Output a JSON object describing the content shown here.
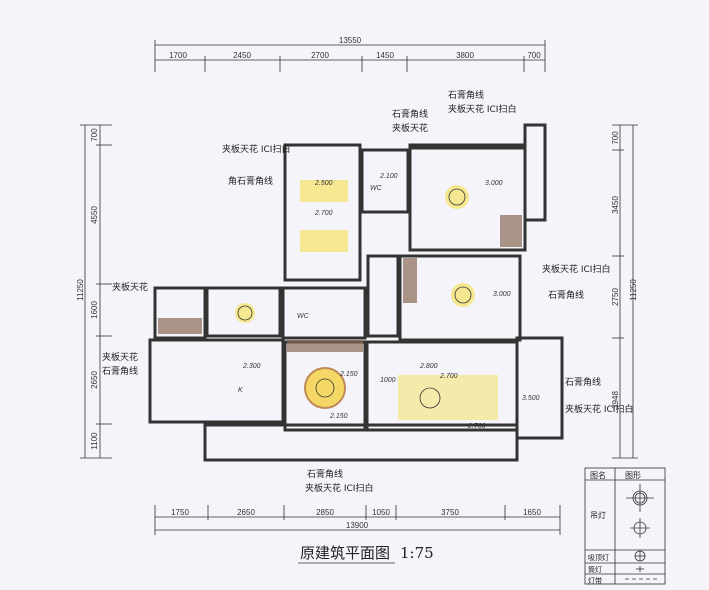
{
  "drawing": {
    "title": "原建筑平面图",
    "scale": "1:75"
  },
  "dimensions": {
    "top_total": "13550",
    "top": [
      "1700",
      "2450",
      "2700",
      "1450",
      "3800",
      "700"
    ],
    "bottom_total": "13900",
    "bottom": [
      "1750",
      "2650",
      "2850",
      "1050",
      "3750",
      "1650"
    ],
    "left_total": "11250",
    "left": [
      "700",
      "4550",
      "1600",
      "2650",
      "1100"
    ],
    "right_total": "11250",
    "right": [
      "700",
      "3450",
      "2750",
      "3948"
    ]
  },
  "annotations": {
    "plaster_cornice": "石膏角线",
    "plywood_ceiling": "夹板天花",
    "plywood_ceiling_ici": "夹板天花 ICI扫白",
    "recessed_cornice": "角石膏角线",
    "wc": "WC",
    "kitchen": "K"
  },
  "elevations": [
    "3.000",
    "2.100",
    "2.700",
    "2.500",
    "3.000",
    "2.300",
    "2.150",
    "2.150",
    "2.700",
    "3.500",
    "2.700",
    "2.800",
    "1000"
  ],
  "legend": {
    "header_name": "图名",
    "header_shape": "图形",
    "rows": [
      "吊灯",
      "吸顶灯",
      "筒灯",
      "灯带"
    ]
  },
  "colors": {
    "highlight": "#f5e04a",
    "wood": "#8a6a55",
    "line": "#333333"
  }
}
